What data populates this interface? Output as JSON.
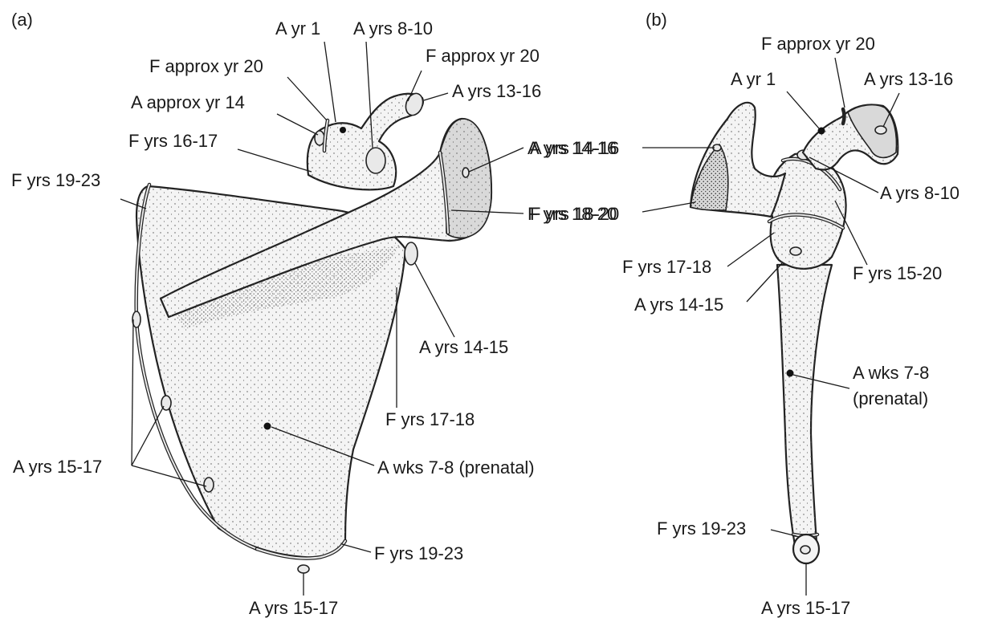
{
  "panels": {
    "a": "(a)",
    "b": "(b)"
  },
  "labels_a": {
    "a_yr_1": "A yr 1",
    "a_yrs_8_10": "A yrs 8-10",
    "f_approx_yr_20_left": "F approx yr 20",
    "f_approx_yr_20_right": "F approx yr 20",
    "a_yrs_13_16": "A yrs 13-16",
    "a_approx_yr_14": "A approx yr 14",
    "f_yrs_16_17": "F yrs 16-17",
    "a_yrs_14_16": "A yrs 14-16",
    "f_yrs_19_23_top": "F yrs 19-23",
    "f_yrs_18_20": "F yrs 18-20",
    "a_yrs_14_15": "A yrs 14-15",
    "f_yrs_17_18": "F yrs 17-18",
    "a_yrs_15_17_left": "A yrs 15-17",
    "a_wks_7_8": "A wks 7-8 (prenatal)",
    "f_yrs_19_23_bottom": "F yrs 19-23",
    "a_yrs_15_17_bottom": "A yrs 15-17"
  },
  "labels_b": {
    "f_approx_yr_20": "F approx yr 20",
    "a_yr_1": "A yr 1",
    "a_yrs_13_16": "A yrs 13-16",
    "a_yrs_14_16": "A yrs 14-16",
    "a_yrs_8_10": "A yrs 8-10",
    "f_yrs_18_20": "F yrs 18-20",
    "f_yrs_17_18": "F yrs 17-18",
    "f_yrs_15_20": "F yrs 15-20",
    "a_yrs_14_15": "A yrs 14-15",
    "a_wks_7_8_line1": "A wks 7-8",
    "a_wks_7_8_line2": "(prenatal)",
    "f_yrs_19_23": "F yrs 19-23",
    "a_yrs_15_17": "A yrs 15-17"
  }
}
